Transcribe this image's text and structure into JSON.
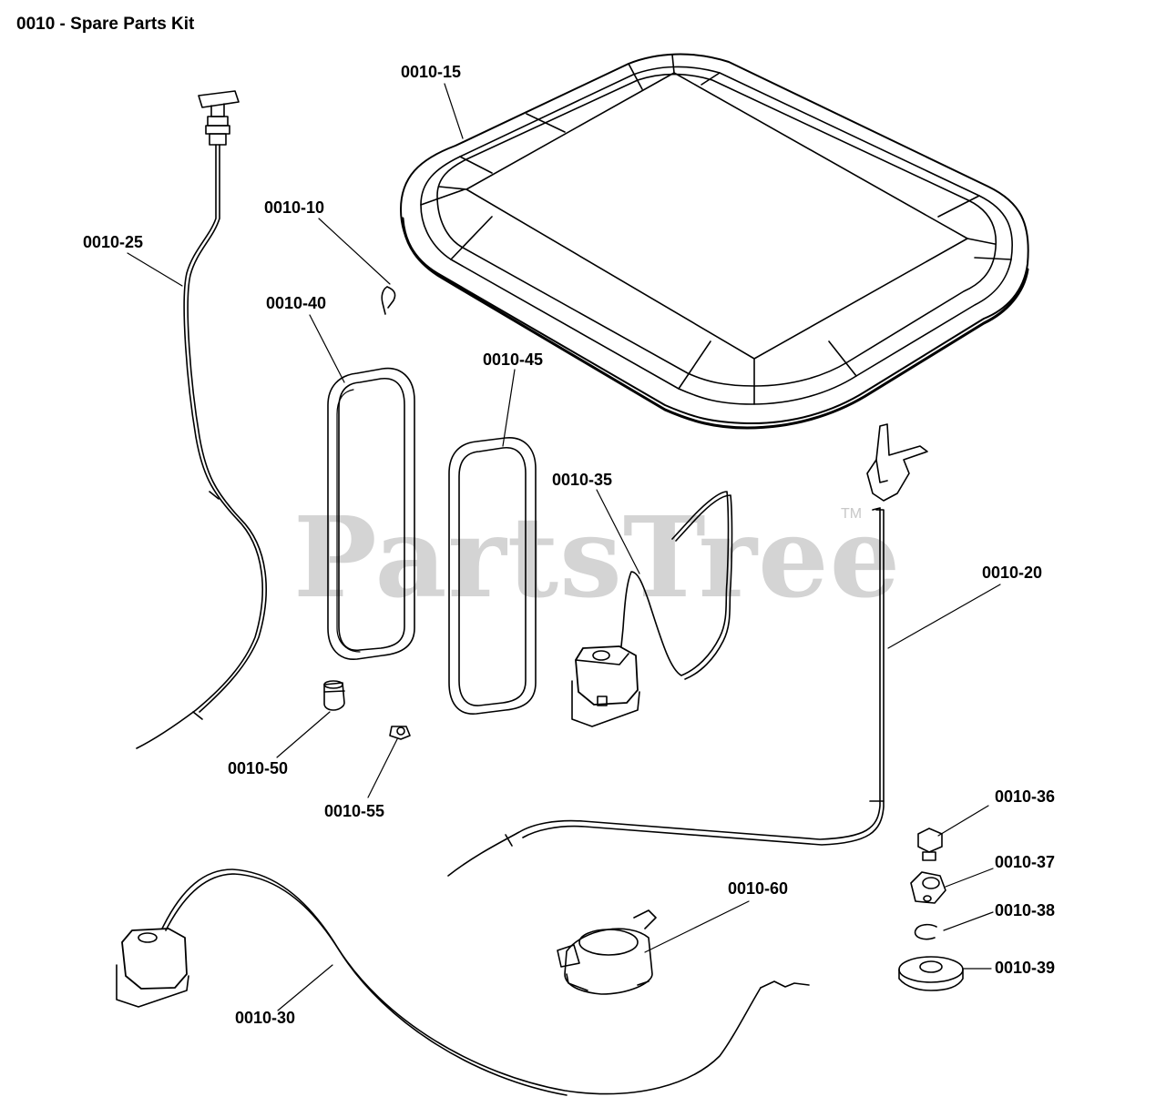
{
  "header": {
    "title": "0010 - Spare Parts Kit"
  },
  "watermark": {
    "text": "PartsTree",
    "trademark": "TM"
  },
  "callouts": [
    {
      "id": "p15",
      "label": "0010-15"
    },
    {
      "id": "p10",
      "label": "0010-10"
    },
    {
      "id": "p25",
      "label": "0010-25"
    },
    {
      "id": "p40",
      "label": "0010-40"
    },
    {
      "id": "p45",
      "label": "0010-45"
    },
    {
      "id": "p35",
      "label": "0010-35"
    },
    {
      "id": "p20",
      "label": "0010-20"
    },
    {
      "id": "p50",
      "label": "0010-50"
    },
    {
      "id": "p55",
      "label": "0010-55"
    },
    {
      "id": "p36",
      "label": "0010-36"
    },
    {
      "id": "p37",
      "label": "0010-37"
    },
    {
      "id": "p38",
      "label": "0010-38"
    },
    {
      "id": "p39",
      "label": "0010-39"
    },
    {
      "id": "p60",
      "label": "0010-60"
    },
    {
      "id": "p30",
      "label": "0010-30"
    }
  ]
}
